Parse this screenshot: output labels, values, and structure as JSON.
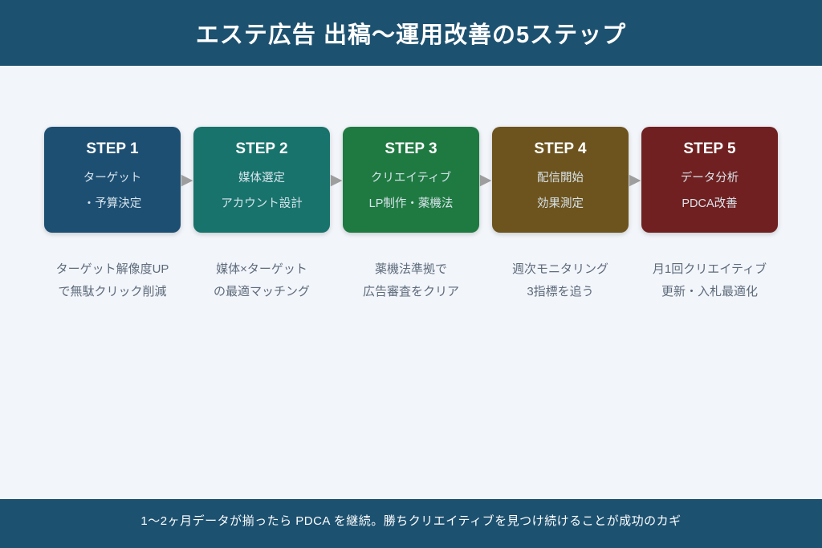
{
  "background_color": "#f2f5fa",
  "header": {
    "title": "エステ広告 出稿〜運用改善の5ステップ",
    "bg_color": "#1d5170",
    "text_color": "#ffffff"
  },
  "arrow": {
    "glyph": "▶",
    "color": "#9e9e9e"
  },
  "steps": [
    {
      "label": "STEP 1",
      "line1": "ターゲット",
      "line2": "・予算決定",
      "color": "#1d4f73",
      "note_line1": "ターゲット解像度UP",
      "note_line2": "で無駄クリック削減"
    },
    {
      "label": "STEP 2",
      "line1": "媒体選定",
      "line2": "アカウント設計",
      "color": "#17736c",
      "note_line1": "媒体×ターゲット",
      "note_line2": "の最適マッチング"
    },
    {
      "label": "STEP 3",
      "line1": "クリエイティブ",
      "line2": "LP制作・薬機法",
      "color": "#1f7a41",
      "note_line1": "薬機法準拠で",
      "note_line2": "広告審査をクリア"
    },
    {
      "label": "STEP 4",
      "line1": "配信開始",
      "line2": "効果測定",
      "color": "#6d531d",
      "note_line1": "週次モニタリング",
      "note_line2": "3指標を追う"
    },
    {
      "label": "STEP 5",
      "line1": "データ分析",
      "line2": "PDCA改善",
      "color": "#702020",
      "note_line1": "月1回クリエイティブ",
      "note_line2": "更新・入札最適化"
    }
  ],
  "footer": {
    "text": "1〜2ヶ月データが揃ったら PDCA を継続。勝ちクリエイティブを見つけ続けることが成功のカギ",
    "bg_color": "#1d5170",
    "text_color": "#ffffff"
  }
}
